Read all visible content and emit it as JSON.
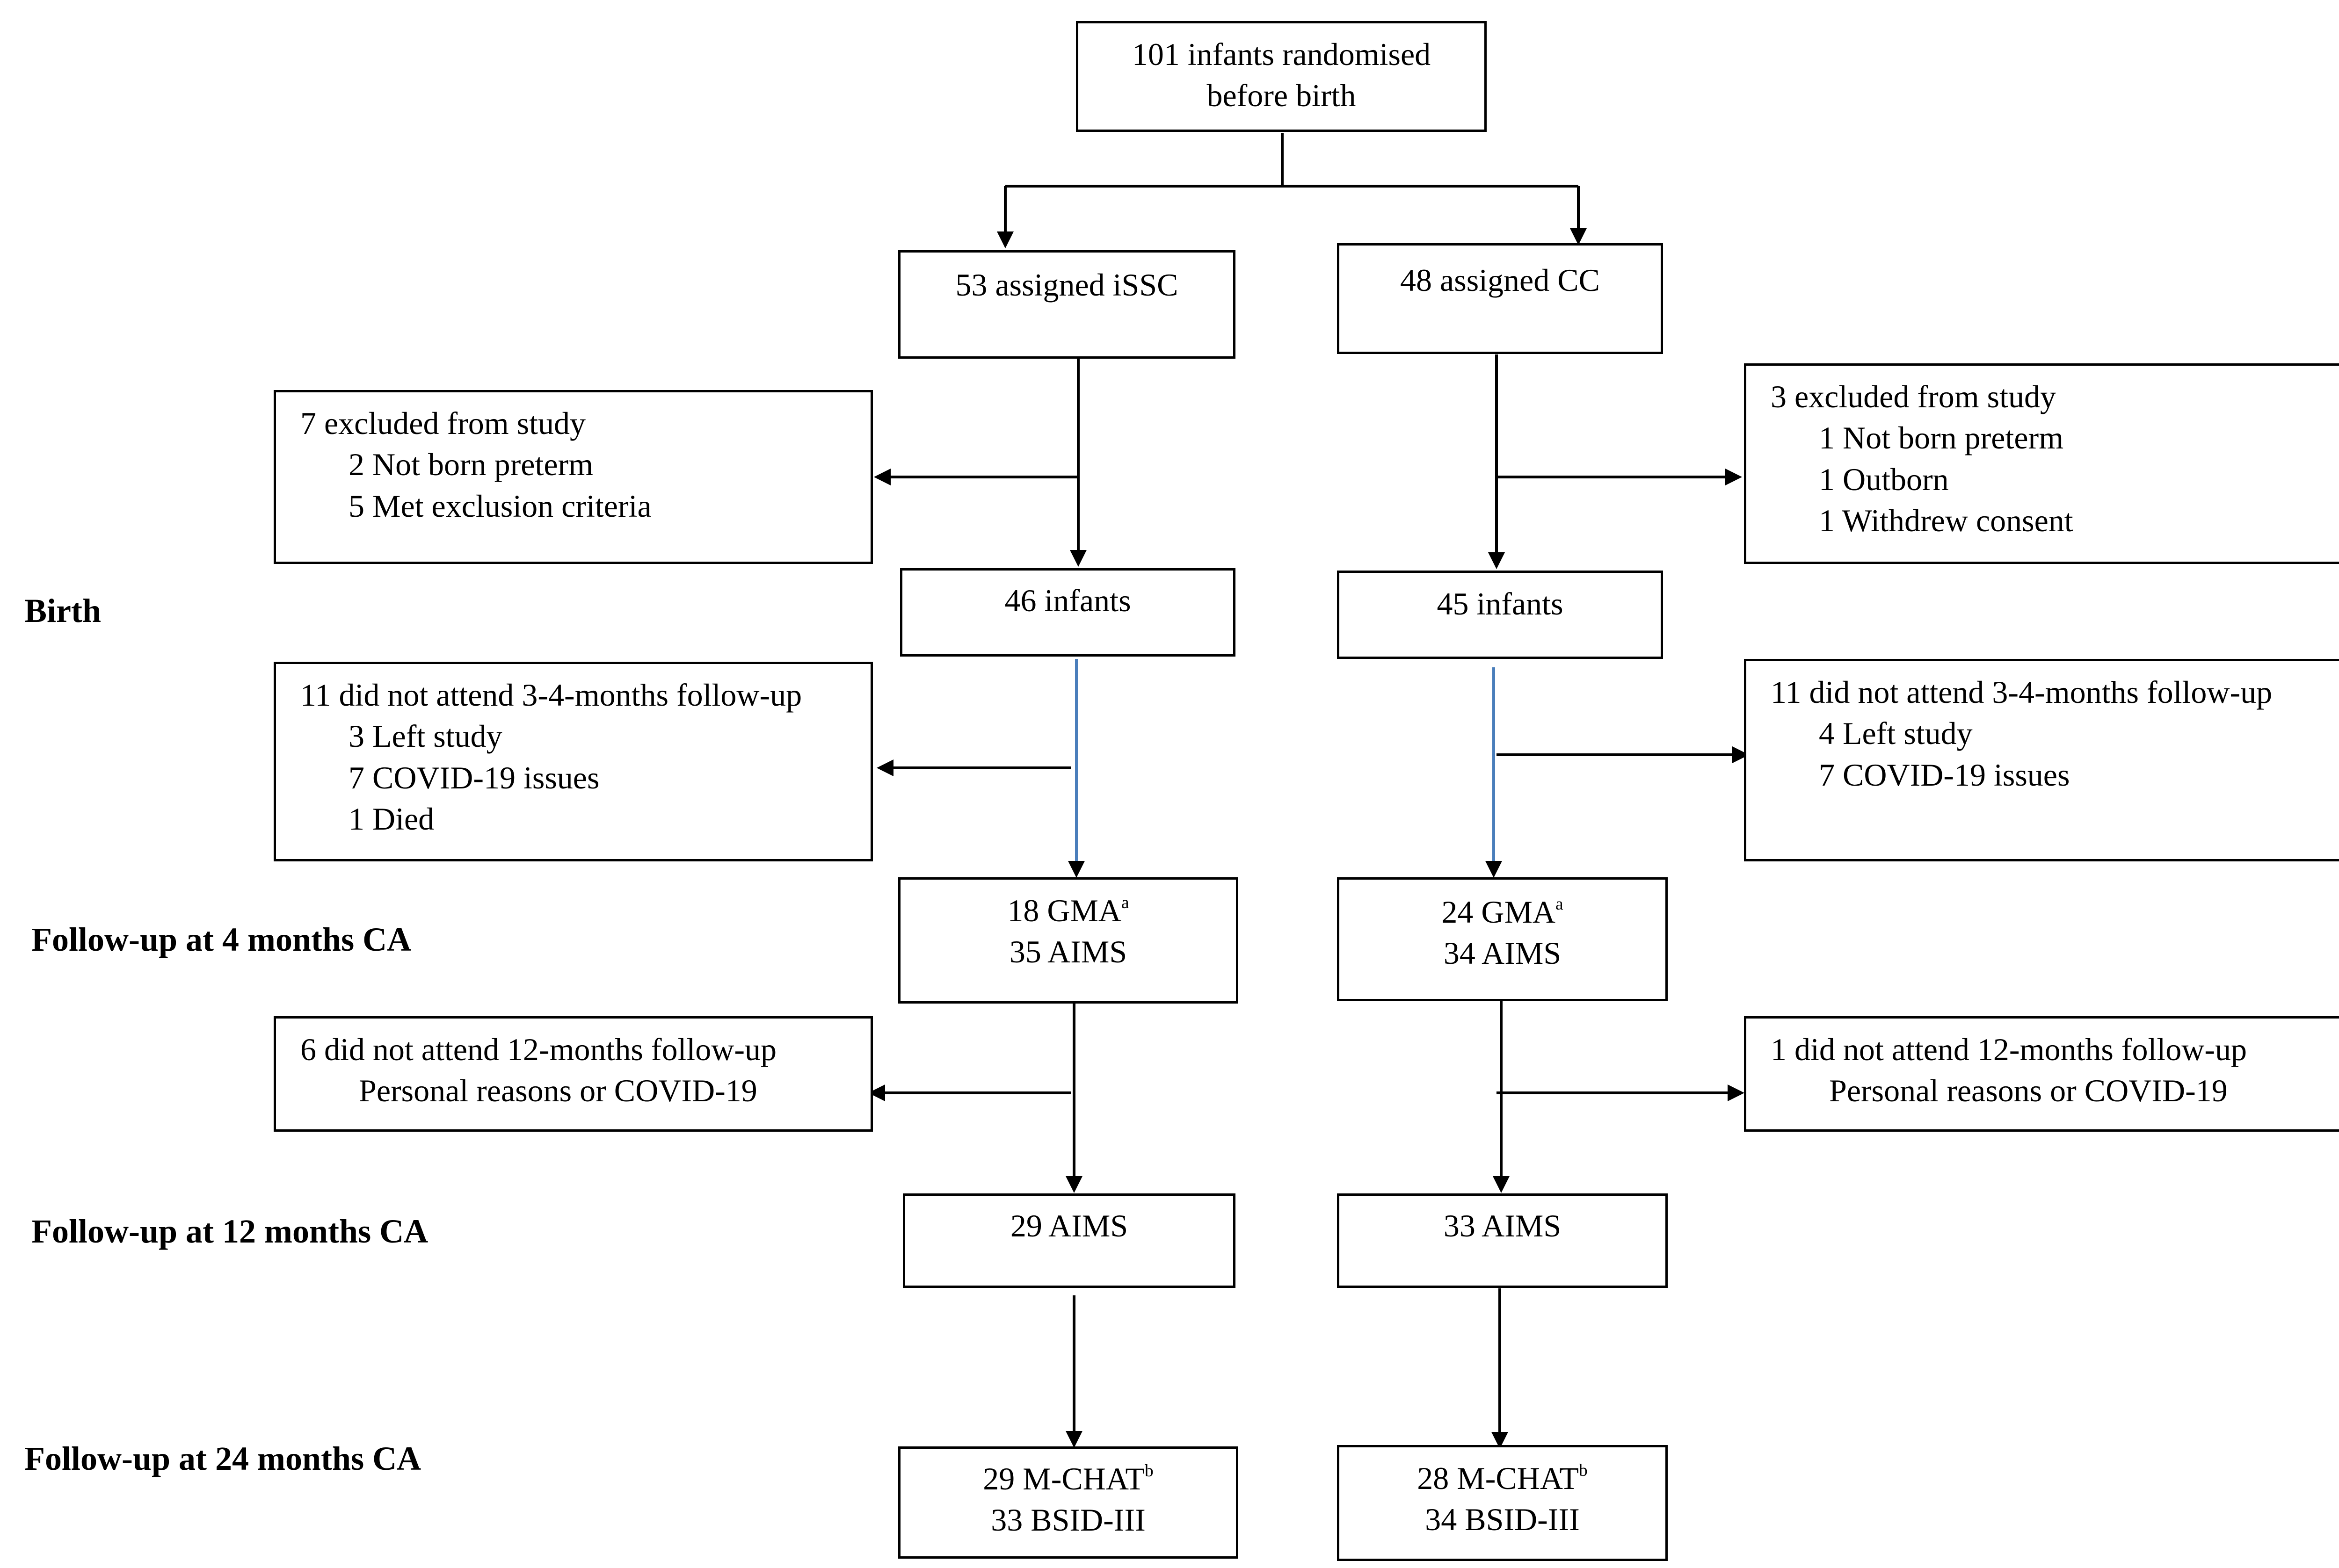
{
  "stages": {
    "birth": "Birth",
    "fu4": "Follow-up at 4 months CA",
    "fu12": "Follow-up at 12 months CA",
    "fu24": "Follow-up at 24 months CA"
  },
  "randomised": {
    "line1": "101 infants randomised",
    "line2": "before birth"
  },
  "issc": {
    "assigned": "53 assigned iSSC",
    "excluded": {
      "title": "7 excluded from study",
      "items": [
        "2 Not born preterm",
        "5 Met exclusion criteria"
      ]
    },
    "birth": "46 infants",
    "missed_4m": {
      "title": "11 did not attend 3-4-months follow-up",
      "items": [
        "3 Left study",
        "7  COVID-19  issues",
        "1 Died"
      ]
    },
    "fu4": {
      "gma": "18 GMA",
      "gma_sup": "a",
      "aims": "35 AIMS"
    },
    "missed_12m": {
      "title": "6 did not attend 12-months follow-up",
      "reason": "Personal reasons or COVID-19"
    },
    "fu12": "29 AIMS",
    "fu24": {
      "mchat": "29 M-CHAT",
      "mchat_sup": "b",
      "bsid": "33 BSID-III"
    }
  },
  "cc": {
    "assigned": "48 assigned CC",
    "excluded": {
      "title": "3 excluded from study",
      "items": [
        "1 Not born preterm",
        "1   Outborn",
        "1 Withdrew consent"
      ]
    },
    "birth": "45 infants",
    "missed_4m": {
      "title": "11 did not attend 3-4-months follow-up",
      "items": [
        "4 Left study",
        "7  COVID-19 issues"
      ]
    },
    "fu4": {
      "gma": "24 GMA",
      "gma_sup": "a",
      "aims": "34 AIMS"
    },
    "missed_12m": {
      "title": "1 did not attend 12-months follow-up",
      "reason": "Personal reasons or COVID-19"
    },
    "fu12": "33 AIMS",
    "fu24": {
      "mchat": "28 M-CHAT",
      "mchat_sup": "b",
      "bsid": "34 BSID-III"
    }
  },
  "colors": {
    "line": "#000000",
    "highlight_arrow": "#4a7ebb"
  }
}
